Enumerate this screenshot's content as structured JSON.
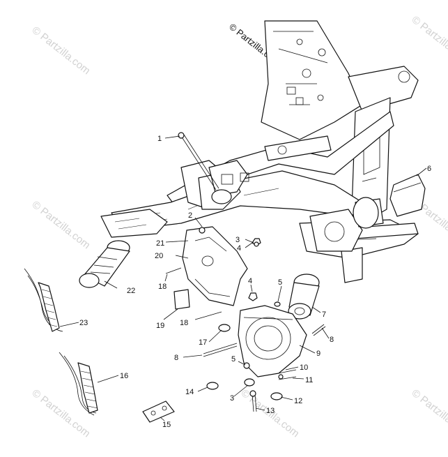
{
  "copyright_text": "© Partzilla.com",
  "watermark_text": "© Partzilla.com",
  "callouts": [
    {
      "label": "1"
    },
    {
      "label": "2"
    },
    {
      "label": "3"
    },
    {
      "label": "4"
    },
    {
      "label": "5"
    },
    {
      "label": "6"
    },
    {
      "label": "7"
    },
    {
      "label": "8"
    },
    {
      "label": "9"
    },
    {
      "label": "10"
    },
    {
      "label": "11"
    },
    {
      "label": "12"
    },
    {
      "label": "13"
    },
    {
      "label": "14"
    },
    {
      "label": "15"
    },
    {
      "label": "16"
    },
    {
      "label": "17"
    },
    {
      "label": "18"
    },
    {
      "label": "19"
    },
    {
      "label": "20"
    },
    {
      "label": "21"
    },
    {
      "label": "22"
    },
    {
      "label": "23"
    },
    {
      "label": "4"
    },
    {
      "label": "5"
    },
    {
      "label": "8"
    },
    {
      "label": "3"
    },
    {
      "label": "8"
    },
    {
      "label": "18"
    }
  ]
}
